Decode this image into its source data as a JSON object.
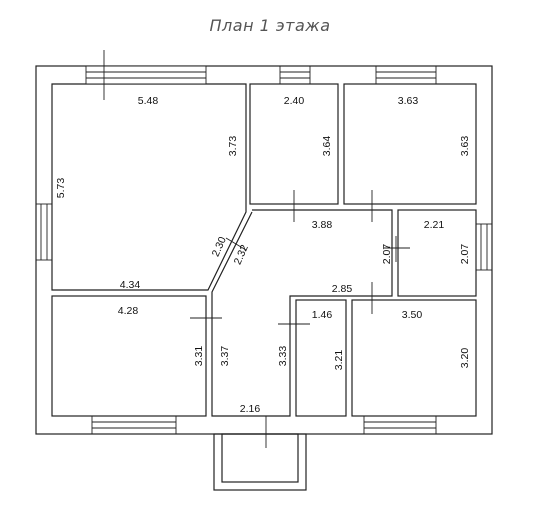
{
  "title": "План 1 этажа",
  "dimensions": {
    "living_top_width": "5.48",
    "living_height_left": "5.73",
    "living_height_right": "3.73",
    "living_bottom": "4.34",
    "diag_a": "2.30",
    "diag_b": "2.32",
    "room_a_width": "2.40",
    "room_a_height": "3.64",
    "room_b_width": "3.63",
    "room_b_height": "3.63",
    "hall_width": "3.88",
    "bath_width": "2.21",
    "bath_height_left": "2.07",
    "bath_height_right": "2.07",
    "hall_lower": "2.85",
    "bed_left_width": "4.28",
    "bed_left_height": "3.31",
    "corridor_height_a": "3.37",
    "corridor_height_b": "3.33",
    "wc_width": "1.46",
    "wc_height": "3.21",
    "bed_right_width": "3.50",
    "bed_right_height": "3.20",
    "entrance_width": "2.16"
  }
}
